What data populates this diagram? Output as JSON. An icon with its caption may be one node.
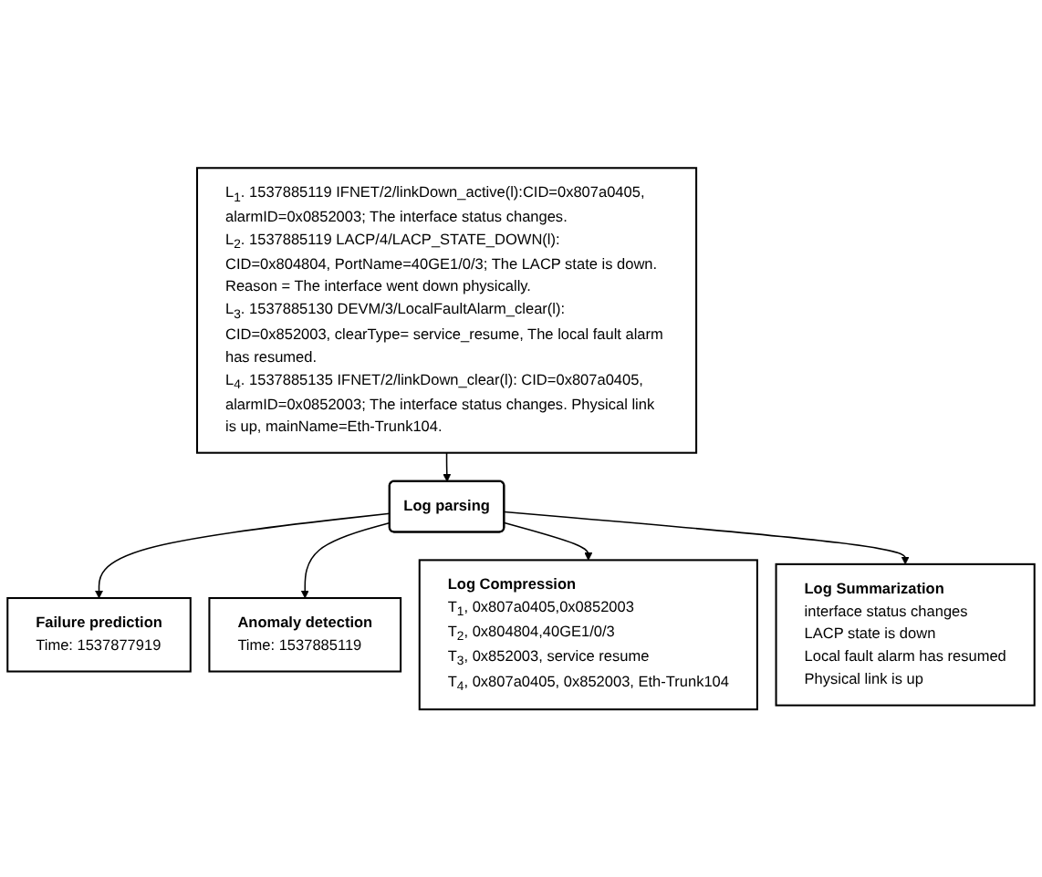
{
  "diagram": {
    "nodes": [
      {
        "text": [
          "L$_{1}$. 1537885119 IFNET/2/linkDown_active(l):CID=0x807a0405, alarmID=0x0852003; The interface status changes.",
          "L$_{2}$. 1537885119 LACP/4/LACP_STATE_DOWN(l): CID=0x804804, PortName=40GE1/0/3; The LACP state is down. Reason = The interface went down physically.",
          "L$_{3}$. 1537885130 DEVM/3/LocalFaultAlarm_clear(l): CID=0x852003, clearType= service_resume, The local fault alarm has resumed.",
          "L$_{4}$. 1537885135 IFNET/2/linkDown_clear(l): CID=0x807a0405, alarmID=0x0852003; The interface status changes. Physical link is up, mainName=Eth-Trunk104."
        ]
      },
      {
        "text": [
          "Log parsing"
        ]
      },
      {
        "text": [
          "Failure prediction",
          "Time: 1537877919"
        ]
      },
      {
        "text": [
          "Anomaly detection",
          "Time: 1537885119"
        ]
      },
      {
        "text": [
          "Log Compression",
          "T$_{1}$, 0x807a0405,0x0852003",
          "T$_{2}$, 0x804804,40GE1/0/3",
          "T$_{3}$, 0x852003, service resume",
          "T$_{4}$, 0x807a0405, 0x852003, Eth-Trunk104"
        ]
      },
      {
        "text": [
          "Log Summarization",
          "interface status changes",
          "LACP state is down",
          "Local fault alarm has resumed",
          "Physical link is up"
        ]
      }
    ],
    "edges": [
      {
        "from": 0,
        "to": 1,
        "arrow": "to"
      },
      {
        "from": 1,
        "to": 2,
        "arrow": "to"
      },
      {
        "from": 1,
        "to": 3,
        "arrow": "to"
      },
      {
        "from": 1,
        "to": 4,
        "arrow": "to"
      },
      {
        "from": 1,
        "to": 5,
        "arrow": "to"
      }
    ]
  }
}
